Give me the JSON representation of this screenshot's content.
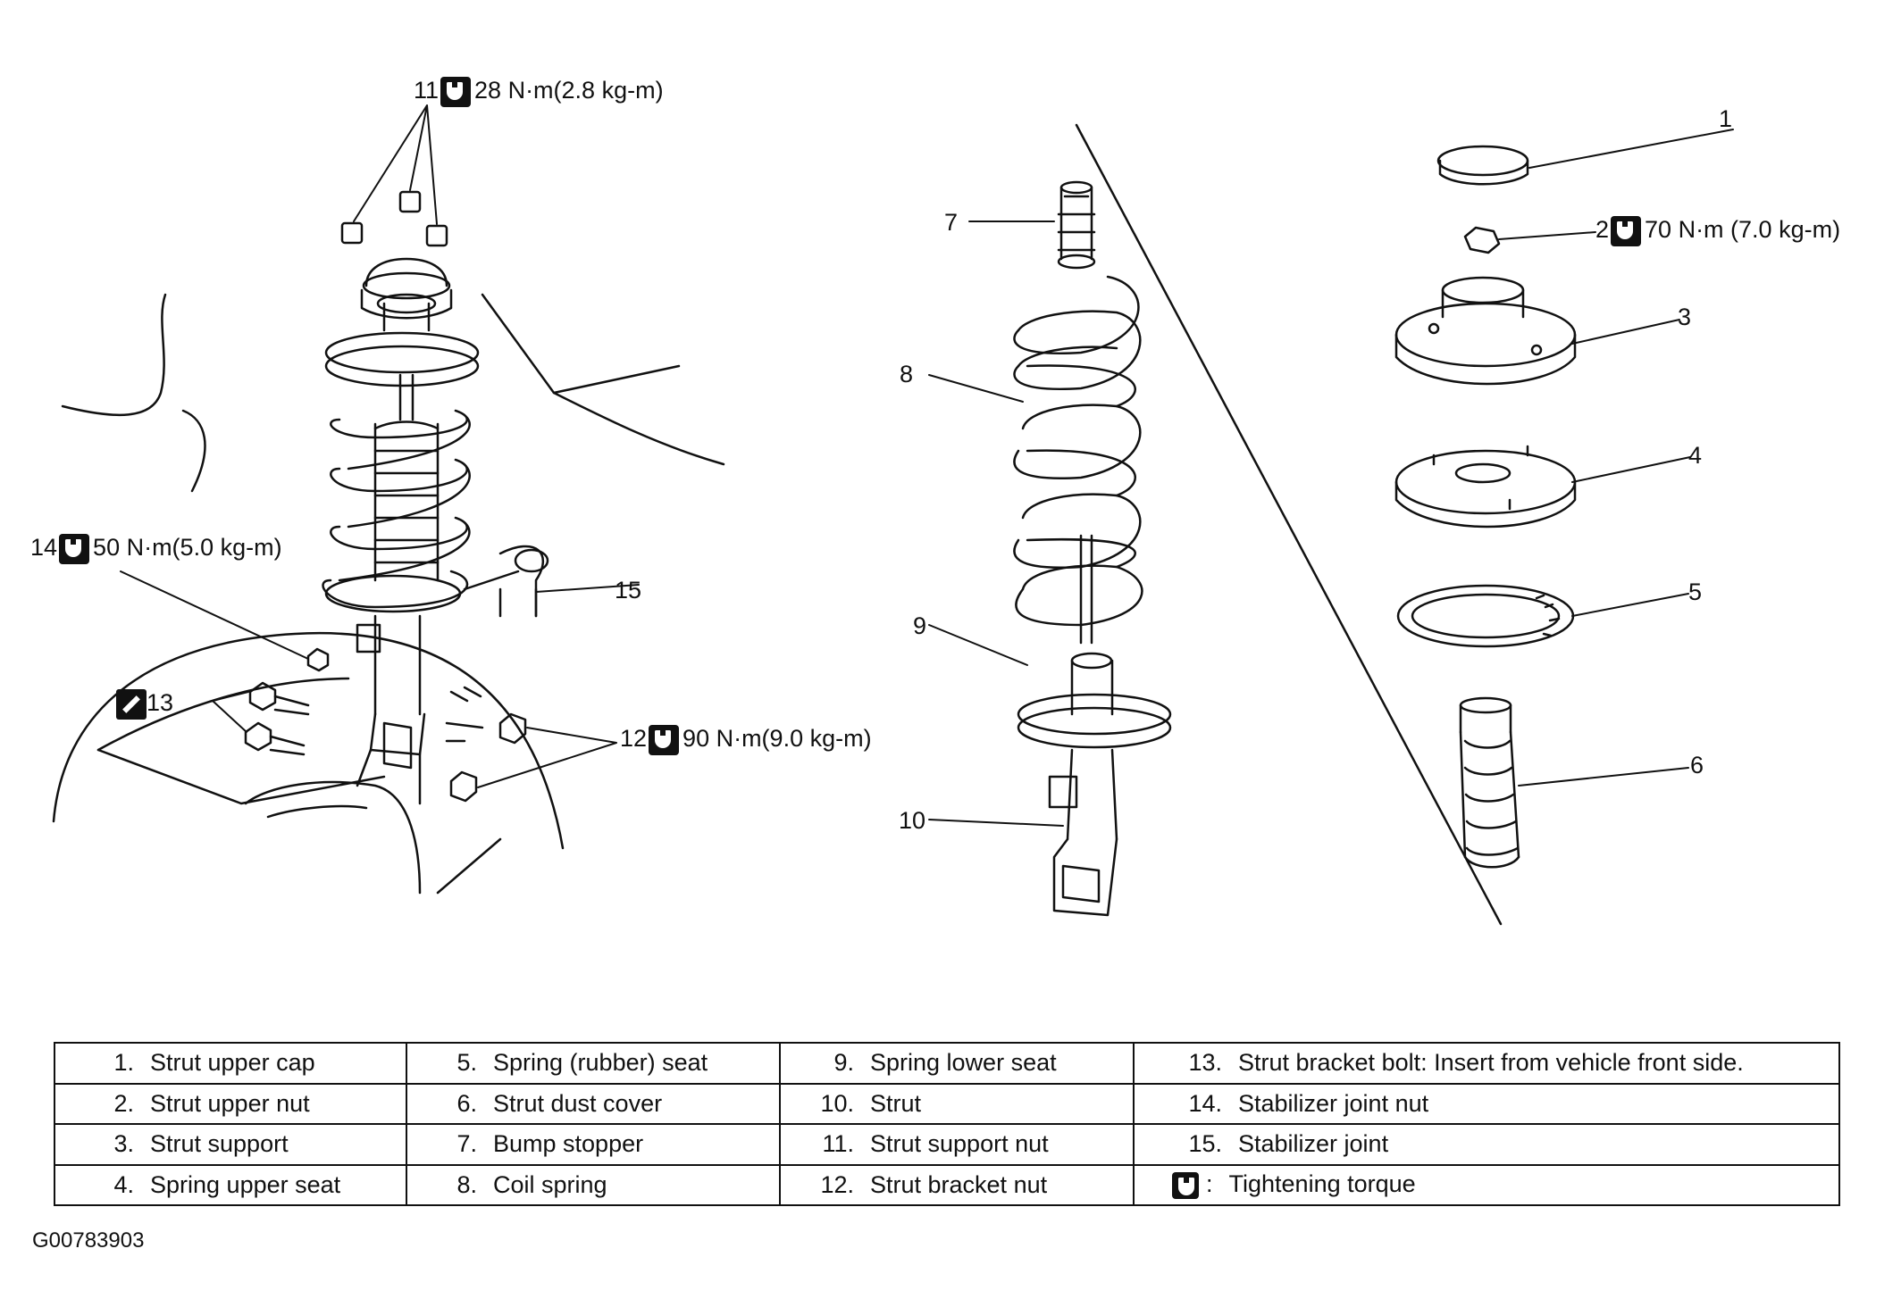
{
  "callouts": {
    "c11": {
      "num": "11",
      "torque": "28 N·m(2.8 kg-m)"
    },
    "c14": {
      "num": "14",
      "torque": "50 N·m(5.0 kg-m)"
    },
    "c13": {
      "num": "13"
    },
    "c15": {
      "num": "15"
    },
    "c12": {
      "num": "12",
      "torque": "90 N·m(9.0 kg-m)"
    },
    "c7": {
      "num": "7"
    },
    "c8": {
      "num": "8"
    },
    "c9": {
      "num": "9"
    },
    "c10": {
      "num": "10"
    },
    "c1": {
      "num": "1"
    },
    "c2": {
      "num": "2",
      "torque": "70 N·m (7.0 kg-m)"
    },
    "c3": {
      "num": "3"
    },
    "c4": {
      "num": "4"
    },
    "c5": {
      "num": "5"
    },
    "c6": {
      "num": "6"
    }
  },
  "icons": {
    "torque": "tightening-torque-icon",
    "bolt": "insert-direction-icon"
  },
  "legend": {
    "rows": [
      [
        {
          "num": "1.",
          "label": "Strut upper cap"
        },
        {
          "num": "5.",
          "label": "Spring (rubber) seat"
        },
        {
          "num": "9.",
          "label": "Spring lower seat"
        },
        {
          "num": "13.",
          "label": "Strut bracket bolt: Insert from vehicle front side."
        }
      ],
      [
        {
          "num": "2.",
          "label": "Strut upper nut"
        },
        {
          "num": "6.",
          "label": "Strut dust cover"
        },
        {
          "num": "10.",
          "label": "Strut"
        },
        {
          "num": "14.",
          "label": "Stabilizer joint nut"
        }
      ],
      [
        {
          "num": "3.",
          "label": "Strut support"
        },
        {
          "num": "7.",
          "label": "Bump stopper"
        },
        {
          "num": "11.",
          "label": "Strut support nut"
        },
        {
          "num": "15.",
          "label": "Stabilizer joint"
        }
      ],
      [
        {
          "num": "4.",
          "label": "Spring upper seat"
        },
        {
          "num": "8.",
          "label": "Coil spring"
        },
        {
          "num": "12.",
          "label": "Strut bracket nut"
        },
        {
          "num": ":",
          "label": "Tightening torque"
        }
      ]
    ]
  },
  "figure_code": "G00783903"
}
